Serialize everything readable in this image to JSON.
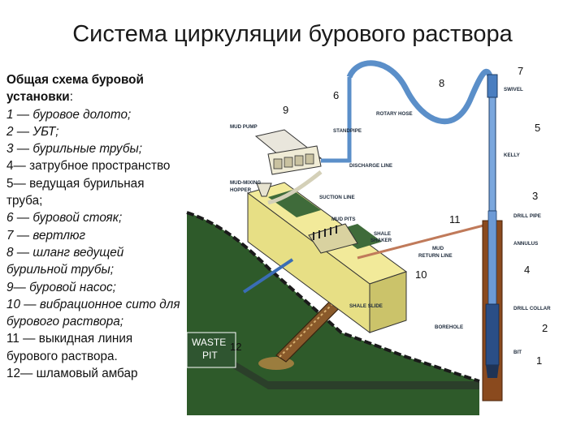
{
  "title": "Система циркуляции бурового раствора",
  "legend": {
    "heading": "Общая схема буровой установки",
    "heading_suffix": ":",
    "items": [
      {
        "num": "1",
        "sep": " — ",
        "text": "буровое долото;",
        "italic_num": true
      },
      {
        "num": "2",
        "sep": " — ",
        "text": "УБТ;",
        "italic_num": true
      },
      {
        "num": "3",
        "sep": " — ",
        "text": "бурильные трубы;",
        "italic_num": true
      },
      {
        "num": "4",
        "sep": "— ",
        "text": "затрубное пространство",
        "italic_num": false
      },
      {
        "num": "5",
        "sep": "— ",
        "text": "ведущая бурильная труба;",
        "italic_num": false
      },
      {
        "num": "6",
        "sep": " — ",
        "text": "буровой стояк;",
        "italic_num": true
      },
      {
        "num": "7",
        "sep": " — ",
        "text": "вертлюг",
        "italic_num": true
      },
      {
        "num": "8",
        "sep": " — ",
        "text": "шланг ведущей бурильной трубы;",
        "italic_num": true
      },
      {
        "num": "9",
        "sep": "— ",
        "text": "буровой насос;",
        "italic_num": true
      },
      {
        "num": "10",
        "sep": " — ",
        "text": "вибрационное сито для бурового раствора;",
        "italic_num": true
      },
      {
        "num": "11",
        "sep": " — ",
        "text": "выкидная линия бурового раствора.",
        "italic_num": false
      },
      {
        "num": "12",
        "sep": "— ",
        "text": "шламовый амбар",
        "italic_num": false
      }
    ]
  },
  "diagram": {
    "labels": {
      "swivel": "SWIVEL",
      "rotary_hose": "ROTARY HOSE",
      "mud_pump": "MUD PUMP",
      "standpipe": "STANDPIPE",
      "kelly": "KELLY",
      "discharge_line": "DISCHARGE LINE",
      "mud_mixing_1": "MUD-MIXING",
      "mud_mixing_2": "HOPPER",
      "suction_line": "SUCTION LINE",
      "drill_pipe": "DRILL PIPE",
      "mud_pits": "MUD PITS",
      "shale_shaker_1": "SHALE",
      "shale_shaker_2": "SHAKER",
      "annulus": "ANNULUS",
      "mud_return_1": "MUD",
      "mud_return_2": "RETURN LINE",
      "shale_slide": "SHALE SLIDE",
      "drill_collar": "DRILL COLLAR",
      "borehole": "BOREHOLE",
      "bit": "BIT",
      "waste_pit_1": "WASTE",
      "waste_pit_2": "PIT"
    },
    "numbers": {
      "n1": "1",
      "n2": "2",
      "n3": "3",
      "n4": "4",
      "n5": "5",
      "n6": "6",
      "n7": "7",
      "n8": "8",
      "n9": "9",
      "n10": "10",
      "n11": "11",
      "n12": "12"
    },
    "colors": {
      "pipe_blue": "#5b8fc9",
      "tank_yellow": "#f2ea9a",
      "tank_green": "#3f6b3a",
      "ground_green": "#2e5a2a",
      "borehole_brown": "#8a4a1e",
      "waste_pit_bg": "#2f5530"
    }
  }
}
